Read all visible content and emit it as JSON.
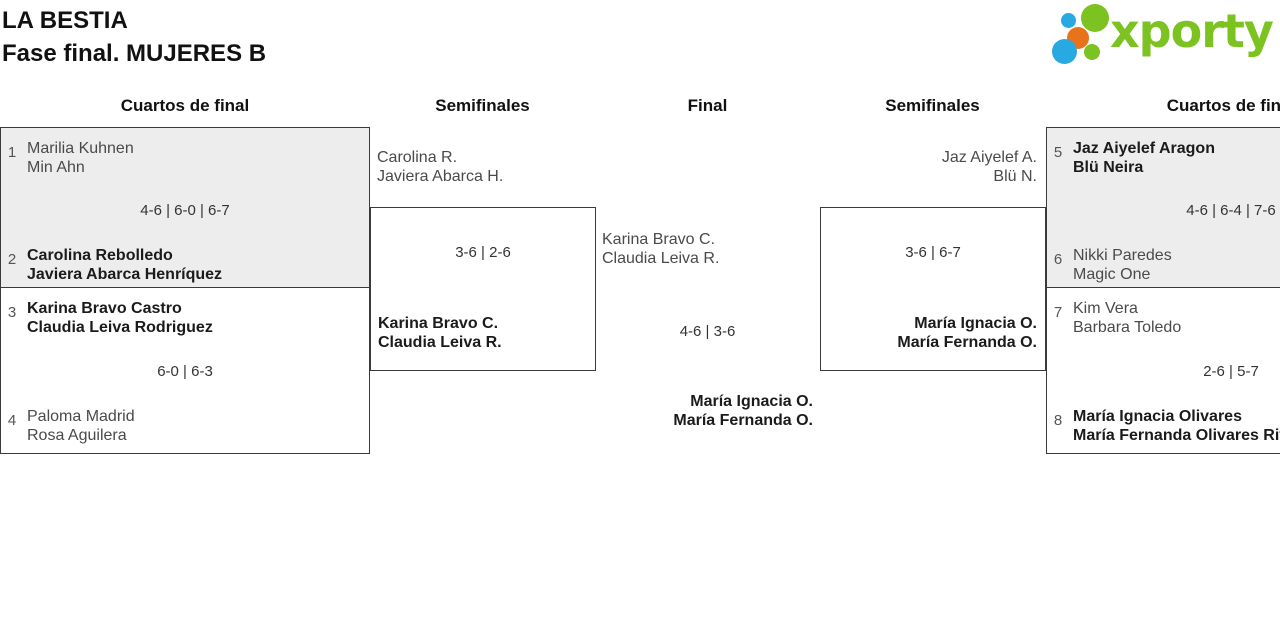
{
  "title": {
    "line1": "LA BESTIA",
    "line2": "Fase final. MUJERES B"
  },
  "logo": {
    "wordmark": "xporty",
    "dot_colors": {
      "blue": "#29a9e1",
      "green": "#7cc220",
      "orange": "#e8731a"
    }
  },
  "rounds": {
    "left_quarterfinals": "Cuartos de final",
    "left_semifinals": "Semifinales",
    "final": "Final",
    "right_semifinals": "Semifinales",
    "right_quarterfinals": "Cuartos de final"
  },
  "matches": {
    "qf1": {
      "top_seed": "1",
      "top": {
        "line1": "Marilia Kuhnen",
        "line2": "Min Ahn"
      },
      "score": "4-6 | 6-0 | 6-7",
      "bottom_seed": "2",
      "bottom": {
        "line1": "Carolina Rebolledo",
        "line2": "Javiera Abarca Henríquez"
      }
    },
    "qf2": {
      "top_seed": "3",
      "top": {
        "line1": "Karina Bravo Castro",
        "line2": "Claudia Leiva Rodriguez"
      },
      "score": "6-0 | 6-3",
      "bottom_seed": "4",
      "bottom": {
        "line1": "Paloma Madrid",
        "line2": "Rosa Aguilera"
      }
    },
    "sf1": {
      "top": {
        "line1": "Carolina R.",
        "line2": "Javiera Abarca H."
      },
      "score": "3-6 | 2-6",
      "bottom": {
        "line1": "Karina Bravo C.",
        "line2": "Claudia Leiva R."
      }
    },
    "final": {
      "top": {
        "line1": "Karina Bravo C.",
        "line2": "Claudia Leiva R."
      },
      "score": "4-6 | 3-6",
      "bottom": {
        "line1": "María Ignacia O.",
        "line2": "María Fernanda O."
      }
    },
    "sf2": {
      "top": {
        "line1": "Jaz Aiyelef A.",
        "line2": "Blü N."
      },
      "score": "3-6 | 6-7",
      "bottom": {
        "line1": "María Ignacia O.",
        "line2": "María Fernanda O."
      }
    },
    "qf3": {
      "top_seed": "5",
      "top": {
        "line1": "Jaz Aiyelef Aragon",
        "line2": "Blü Neira"
      },
      "score": "4-6 | 6-4 | 7-6",
      "bottom_seed": "6",
      "bottom": {
        "line1": "Nikki Paredes",
        "line2": "Magic One"
      }
    },
    "qf4": {
      "top_seed": "7",
      "top": {
        "line1": "Kim Vera",
        "line2": "Barbara Toledo"
      },
      "score": "2-6 | 5-7",
      "bottom_seed": "8",
      "bottom": {
        "line1": "María Ignacia Olivares",
        "line2": "María Fernanda Olivares Riv"
      }
    }
  },
  "colors": {
    "shaded_box_bg": "#ededed",
    "box_border": "#3a3a3a",
    "winner_text": "#1b1b1b",
    "loser_text": "#4a4a4a",
    "score_text": "#333333"
  }
}
